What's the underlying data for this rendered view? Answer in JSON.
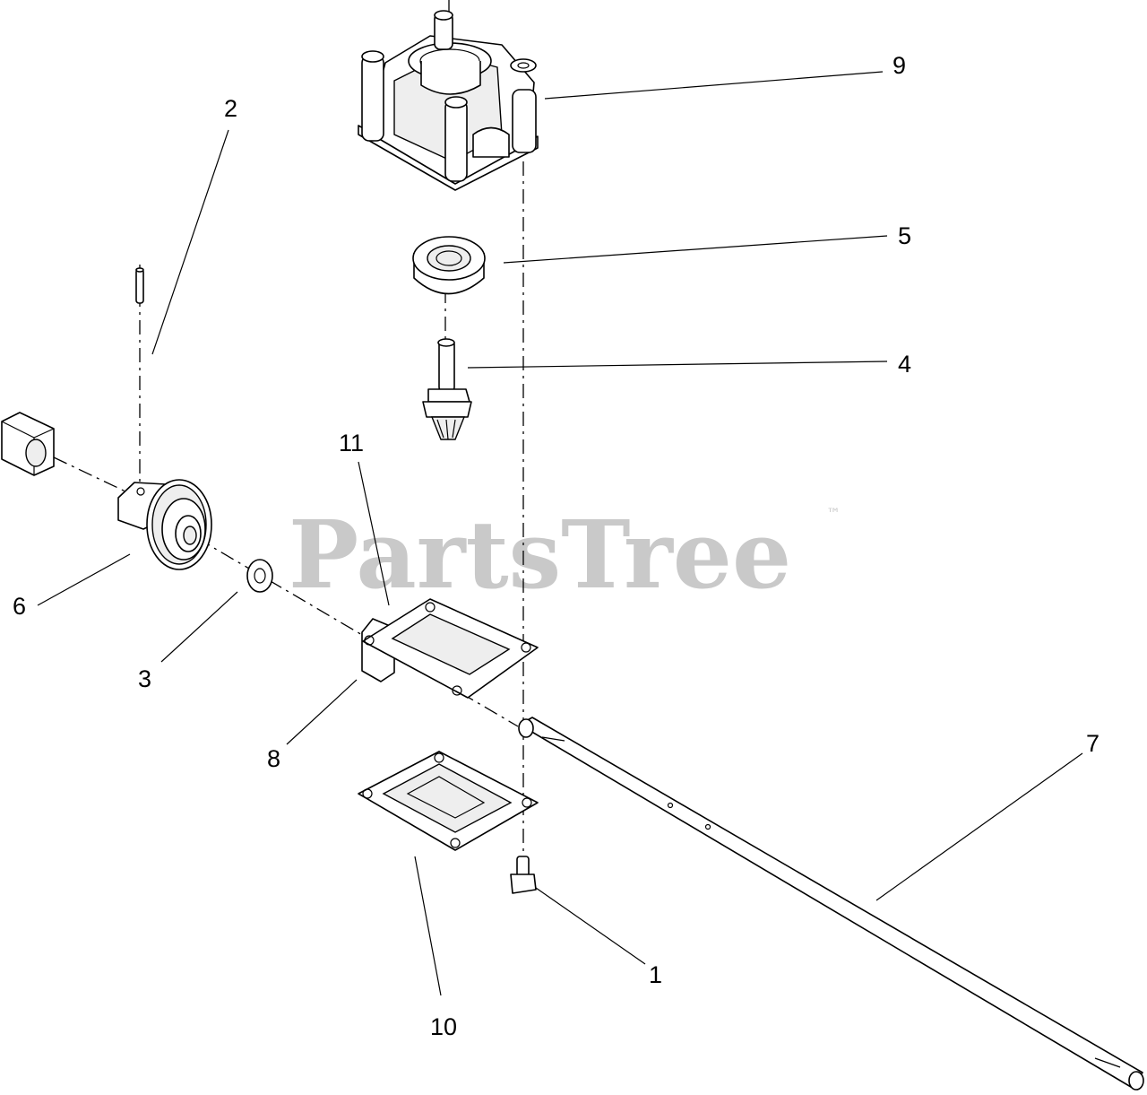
{
  "watermark": {
    "text": "PartsTree",
    "mark": "™"
  },
  "callouts": [
    {
      "id": "1",
      "label": "1"
    },
    {
      "id": "2",
      "label": "2"
    },
    {
      "id": "3",
      "label": "3"
    },
    {
      "id": "4",
      "label": "4"
    },
    {
      "id": "5",
      "label": "5"
    },
    {
      "id": "6",
      "label": "6"
    },
    {
      "id": "7",
      "label": "7"
    },
    {
      "id": "8",
      "label": "8"
    },
    {
      "id": "9",
      "label": "9"
    },
    {
      "id": "10",
      "label": "10"
    },
    {
      "id": "11",
      "label": "11"
    }
  ]
}
